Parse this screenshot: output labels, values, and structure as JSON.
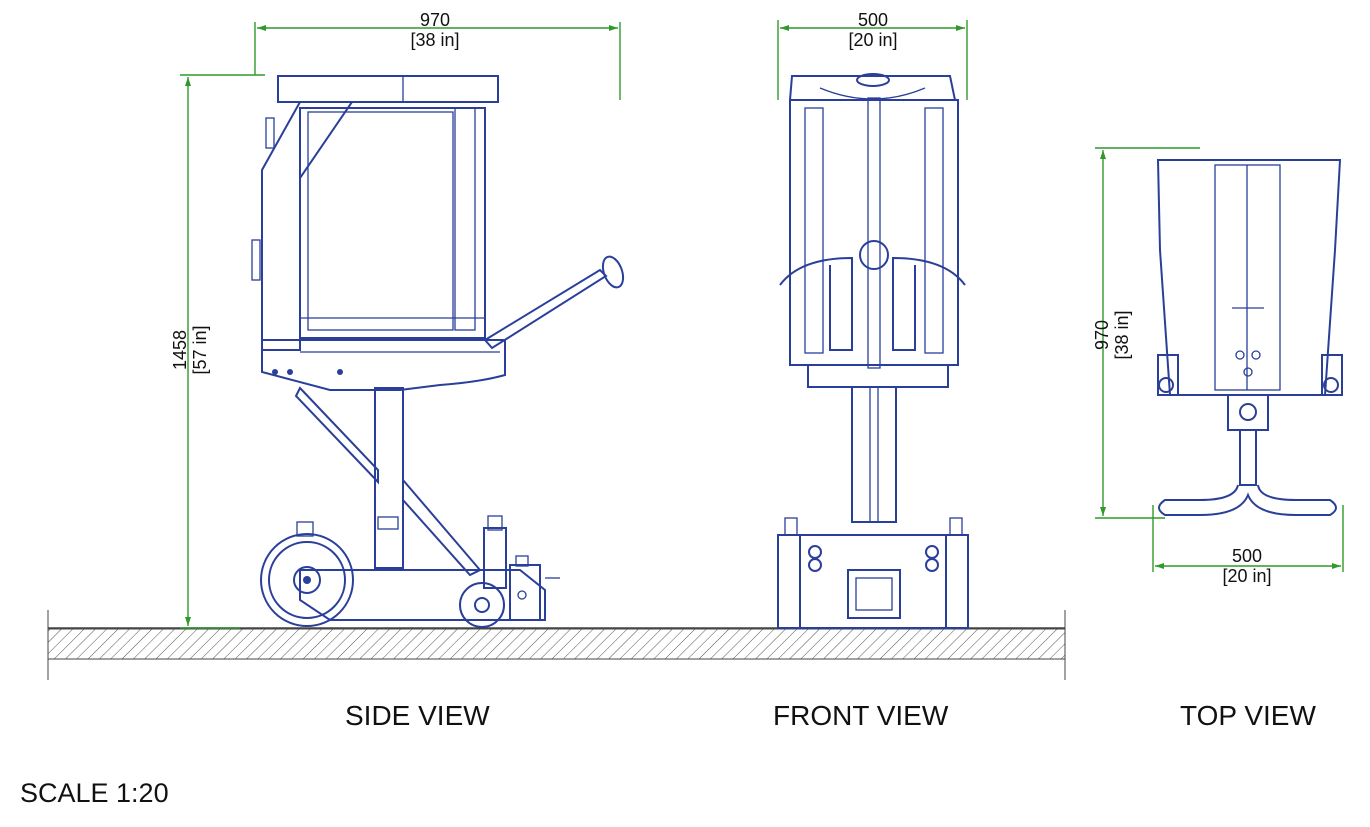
{
  "side_view": {
    "label": "SIDE VIEW",
    "width_mm": "970",
    "width_in": "[38 in]",
    "height_mm": "1458",
    "height_in": "[57 in]"
  },
  "front_view": {
    "label": "FRONT VIEW",
    "width_mm": "500",
    "width_in": "[20 in]"
  },
  "top_view": {
    "label": "TOP VIEW",
    "depth_mm": "970",
    "depth_in": "[38 in]",
    "width_mm": "500",
    "width_in": "[20 in]"
  },
  "scale": "SCALE 1:20",
  "colors": {
    "outline": "#2a3f9a",
    "dimension": "#2f9a2a",
    "floor": "#555555"
  }
}
